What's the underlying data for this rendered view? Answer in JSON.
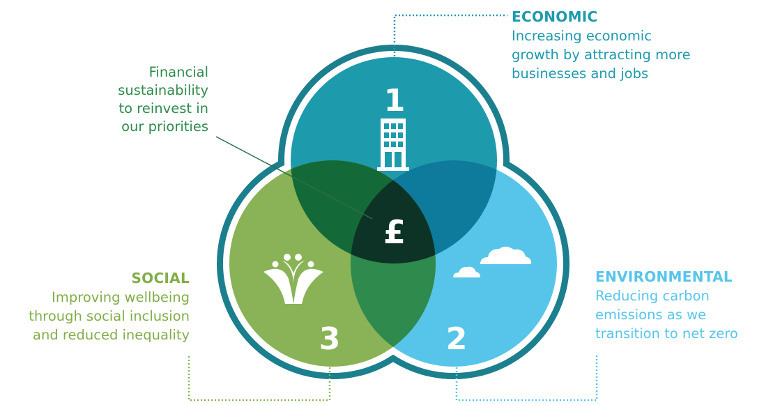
{
  "economic": {
    "heading": "ECONOMIC",
    "lines": [
      "Increasing economic",
      "growth by attracting more",
      "businesses and jobs"
    ],
    "number": "1",
    "color": "#1e9aad",
    "icon": "building-icon"
  },
  "environmental": {
    "heading": "ENVIRONMENTAL",
    "lines": [
      "Reducing carbon",
      "emissions as we",
      "transition to net zero"
    ],
    "number": "2",
    "color": "#57c5ea",
    "icon": "clouds-icon"
  },
  "social": {
    "heading": "SOCIAL",
    "lines": [
      "Improving wellbeing",
      "through social inclusion",
      "and reduced inequality"
    ],
    "number": "3",
    "color": "#8ab357",
    "icon": "people-icon"
  },
  "centre": {
    "symbol": "£",
    "note_lines": [
      "Financial",
      "sustainability",
      "to reinvest in",
      "our priorities"
    ],
    "color": "#0d3326"
  },
  "outline_color": "#1b7f8e"
}
